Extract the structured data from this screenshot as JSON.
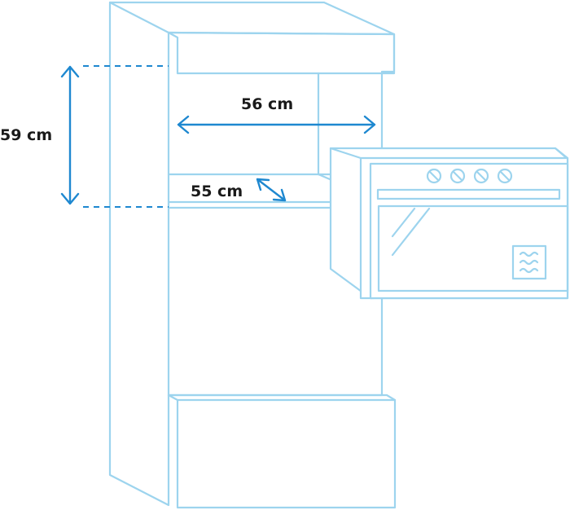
{
  "dimensions": {
    "height": {
      "text": "59 cm"
    },
    "width": {
      "text": "56 cm"
    },
    "depth": {
      "text": "55 cm"
    }
  },
  "colors": {
    "outline": "#9dd4ee",
    "dimension": "#1e88d0",
    "label": "#1a1a1a"
  },
  "icons": {
    "oven_knobs": 4,
    "microwave_symbol": "wave-icon"
  }
}
